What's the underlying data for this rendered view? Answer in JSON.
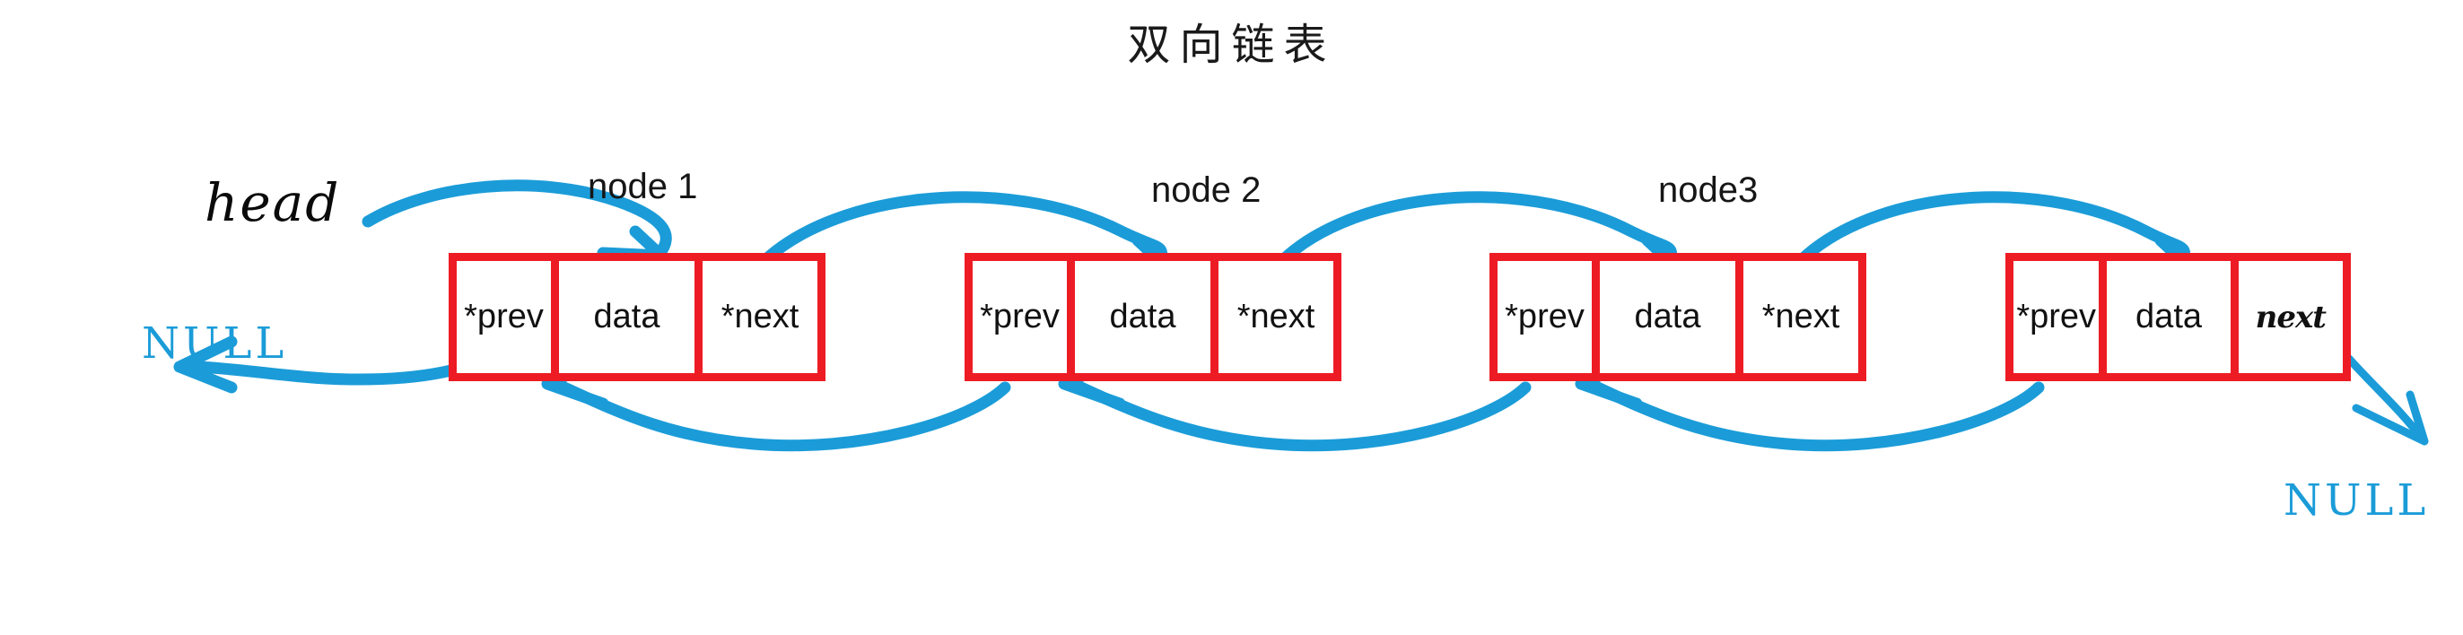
{
  "diagram": {
    "title": "双向链表",
    "accent_red": "#ED1C24",
    "accent_blue": "#1B9CD8",
    "ink_black": "#0a0a0a",
    "labels": {
      "head": "head",
      "null_left": "NULL",
      "null_right": "NULL"
    },
    "nodes": [
      {
        "label": "node 1",
        "cells": {
          "prev": "*prev",
          "data": "data",
          "next": "*next"
        },
        "next_is_handwritten": false
      },
      {
        "label": "node 2",
        "cells": {
          "prev": "*prev",
          "data": "data",
          "next": "*next"
        },
        "next_is_handwritten": false
      },
      {
        "label": "node3",
        "cells": {
          "prev": "*prev",
          "data": "data",
          "next": "*next"
        },
        "next_is_handwritten": false
      },
      {
        "label": "",
        "cells": {
          "prev": "*prev",
          "data": "data",
          "next": "next"
        },
        "next_is_handwritten": true
      }
    ]
  }
}
